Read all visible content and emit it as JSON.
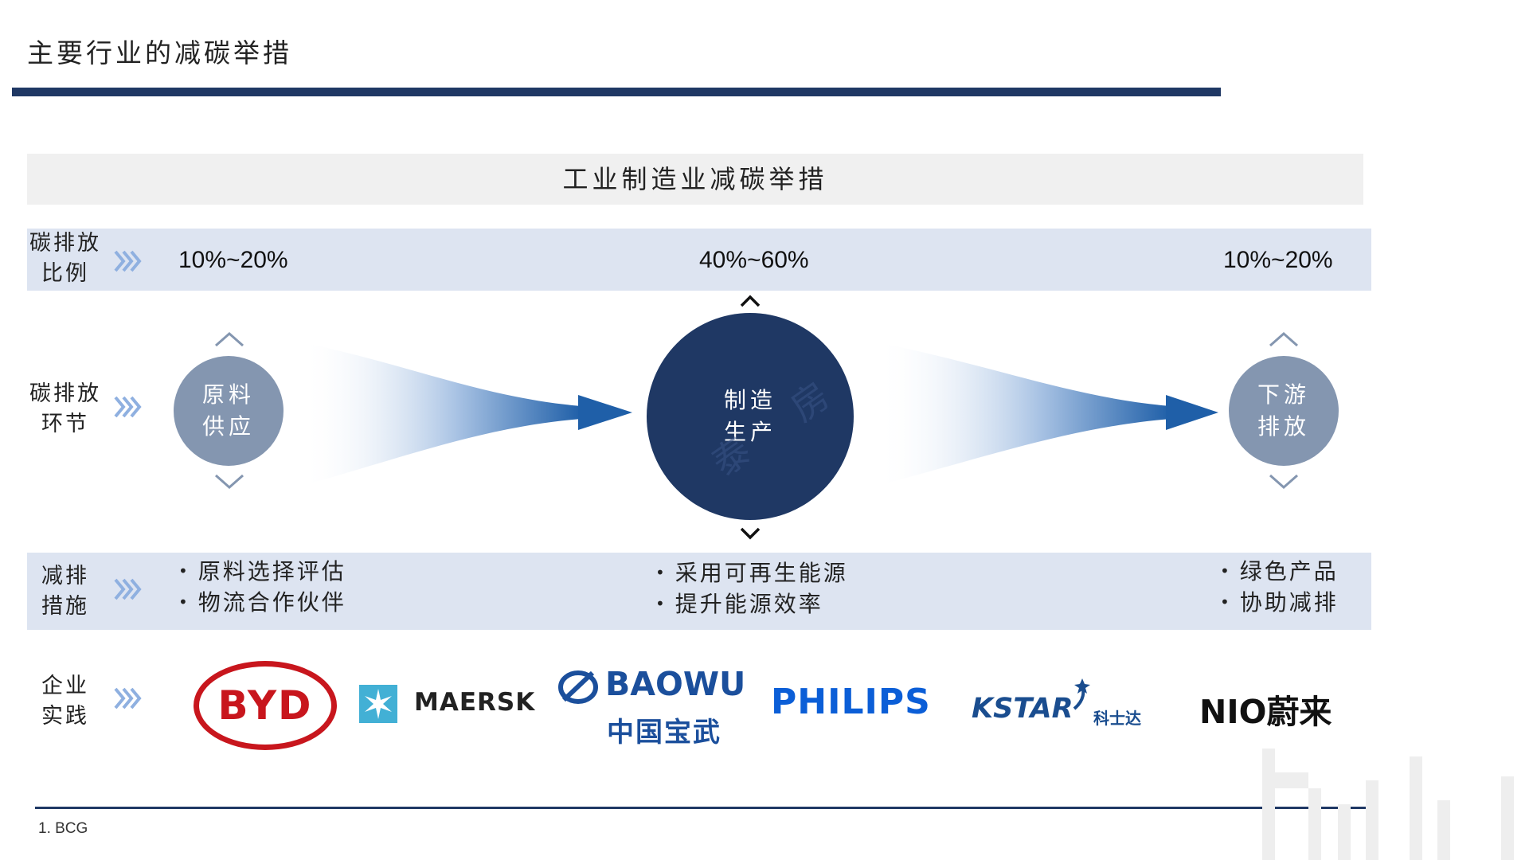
{
  "page_title": "主要行业的减碳举措",
  "section_title": "工业制造业减碳举措",
  "rows": {
    "ratio_label": [
      "碳排放",
      "比例"
    ],
    "stage_label": [
      "碳排放",
      "环节"
    ],
    "measures_label": [
      "减排",
      "措施"
    ],
    "practice_label": [
      "企业",
      "实践"
    ]
  },
  "ratios": [
    "10%~20%",
    "40%~60%",
    "10%~20%"
  ],
  "stages": [
    {
      "lines": [
        "原料",
        "供应"
      ]
    },
    {
      "lines": [
        "制造",
        "生产"
      ]
    },
    {
      "lines": [
        "下游",
        "排放"
      ]
    }
  ],
  "measures": [
    [
      "原料选择评估",
      "物流合作伙伴"
    ],
    [
      "采用可再生能源",
      "提升能源效率"
    ],
    [
      "绿色产品",
      "协助减排"
    ]
  ],
  "companies": {
    "byd": "BYD",
    "maersk": "MAERSK",
    "baowu_en": "BAOWU",
    "baowu_cn": "中国宝武",
    "philips": "PHILIPS",
    "kstar_en": "KSTAR",
    "kstar_cn": "科士达",
    "nio_en": "NIO",
    "nio_cn": "蔚来"
  },
  "watermark": "泰 房",
  "footnote": "1. BCG",
  "colors": {
    "navy": "#1f3864",
    "band": "#dde4f1",
    "header_bg": "#f0f0f0",
    "circle_side": "#8496b0",
    "chevron": "#8fb0e0",
    "arrow": "#1f5fa8",
    "byd_red": "#c8161d",
    "maersk_blue": "#42b0d5",
    "baowu_blue": "#1b4f9c",
    "philips_blue": "#0b5ed7",
    "kstar_blue": "#1a4d8f"
  }
}
